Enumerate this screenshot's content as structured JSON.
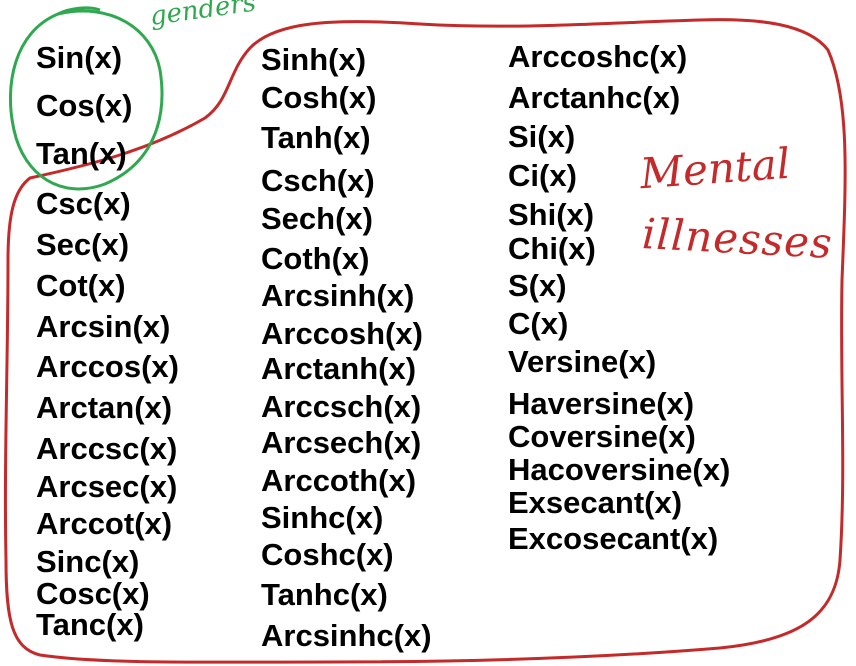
{
  "columns": [
    {
      "items": [
        "Sin(x)",
        "Cos(x)",
        "Tan(x)",
        "Csc(x)",
        "Sec(x)",
        "Cot(x)",
        "Arcsin(x)",
        "Arccos(x)",
        "Arctan(x)",
        "Arccsc(x)",
        "Arcsec(x)",
        "Arccot(x)",
        "Sinc(x)",
        "Cosc(x)",
        "Tanc(x)"
      ]
    },
    {
      "items": [
        "Sinh(x)",
        "Cosh(x)",
        "Tanh(x)",
        "Csch(x)",
        "Sech(x)",
        "Coth(x)",
        "Arcsinh(x)",
        "Arccosh(x)",
        "Arctanh(x)",
        "Arccsch(x)",
        "Arcsech(x)",
        "Arccoth(x)",
        "Sinhc(x)",
        "Coshc(x)",
        "Tanhc(x)",
        "Arcsinhc(x)"
      ]
    },
    {
      "items": [
        "Arccoshc(x)",
        "Arctanhc(x)",
        "Si(x)",
        "Ci(x)",
        "Shi(x)",
        "Chi(x)",
        "S(x)",
        "C(x)",
        "Versine(x)",
        "Haversine(x)",
        "Coversine(x)",
        "Hacoversine(x)",
        "Exsecant(x)",
        "Excosecant(x)"
      ]
    }
  ],
  "annotations": {
    "genders": {
      "text": "genders",
      "color": "#2fa84f"
    },
    "mental": {
      "text": "Mental",
      "color": "#c42a2a"
    },
    "illnesses": {
      "text": "illnesses",
      "color": "#c42a2a"
    }
  },
  "colors": {
    "text": "#000000",
    "background": "#ffffff",
    "green_circle": "#2fa84f",
    "red_outline": "#c42a2a"
  }
}
